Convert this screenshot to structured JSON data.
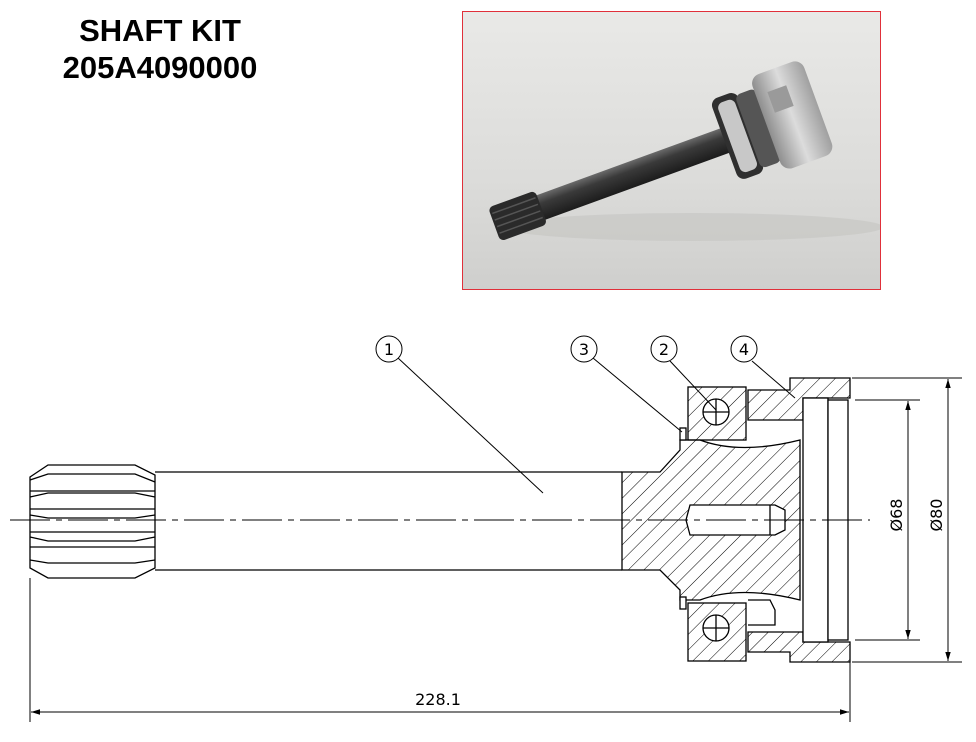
{
  "header": {
    "title_line1": "SHAFT KIT",
    "title_line2": "205A4090000"
  },
  "drawing": {
    "balloons": [
      "1",
      "3",
      "2",
      "4"
    ],
    "dimensions": {
      "length": "228.1",
      "inner_diameter": "Ø68",
      "outer_diameter": "Ø80"
    }
  },
  "colors": {
    "photo_border": "#e0303a"
  }
}
